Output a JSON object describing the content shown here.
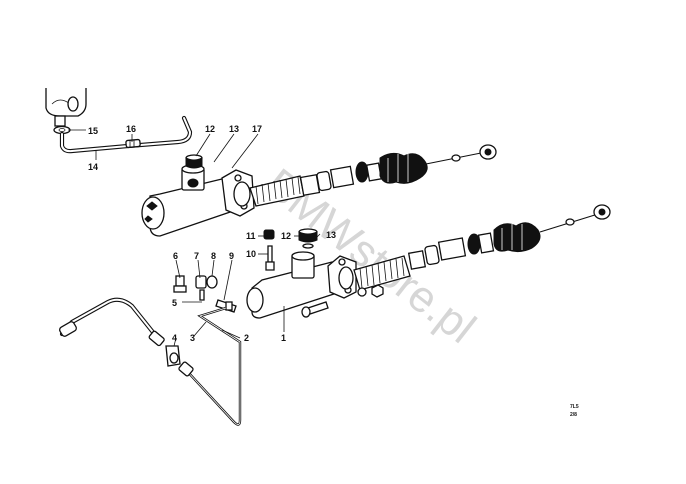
{
  "watermark": "BMWstore.pl",
  "drawing_code": {
    "line1": "7L5",
    "line2": "2/8"
  },
  "callouts": {
    "c1": "1",
    "c2": "2",
    "c3": "3",
    "c4": "4",
    "c5": "5",
    "c6": "6",
    "c7": "7",
    "c8": "8",
    "c9": "9",
    "c10": "10",
    "c11": "11",
    "c12a": "12",
    "c12b": "12",
    "c13a": "13",
    "c13b": "13",
    "c14": "14",
    "c15": "15",
    "c16": "16",
    "c17": "17"
  }
}
